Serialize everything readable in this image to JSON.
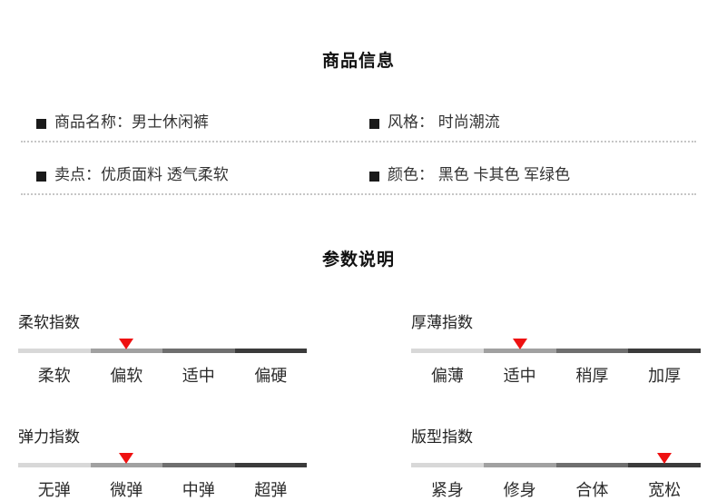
{
  "product_info": {
    "title": "商品信息",
    "items": [
      "商品名称：男士休闲裤",
      "风格： 时尚潮流",
      "卖点：优质面料 透气柔软",
      "颜色： 黑色 卡其色 军绿色"
    ]
  },
  "params": {
    "title": "参数说明",
    "indices": [
      {
        "name": "柔软指数",
        "levels": [
          "柔软",
          "偏软",
          "适中",
          "偏硬"
        ],
        "selected": 1
      },
      {
        "name": "厚薄指数",
        "levels": [
          "偏薄",
          "适中",
          "稍厚",
          "加厚"
        ],
        "selected": 1
      },
      {
        "name": "弹力指数",
        "levels": [
          "无弹",
          "微弹",
          "中弹",
          "超弹"
        ],
        "selected": 1
      },
      {
        "name": "版型指数",
        "levels": [
          "紧身",
          "修身",
          "合体",
          "宽松"
        ],
        "selected": 3
      }
    ]
  },
  "colors": {
    "bullet": "#1a1a1a",
    "marker": "#ee1111",
    "segments": [
      "#d8d8d8",
      "#a1a1a1",
      "#6f6f6f",
      "#3b3b3b"
    ],
    "dotted_line": "#c6c6c6",
    "text": "#333333"
  }
}
